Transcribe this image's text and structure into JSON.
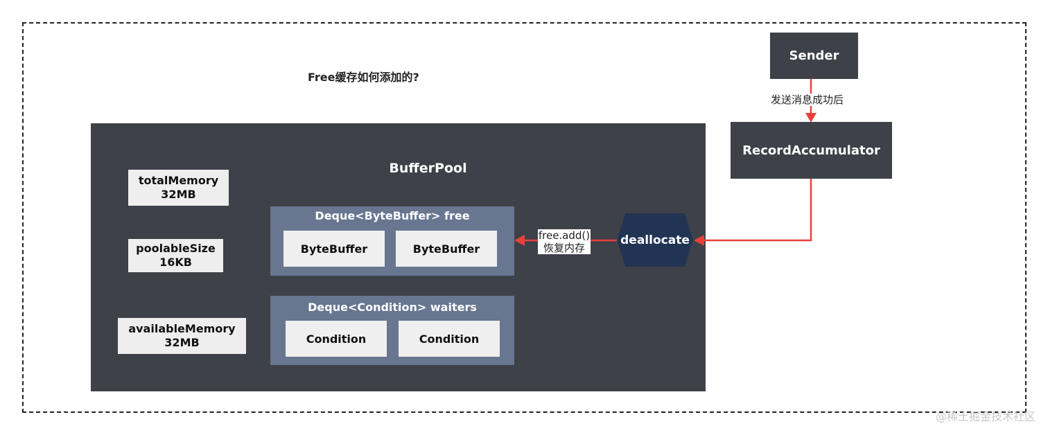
{
  "title": "Free缓存如何添加的?",
  "buffer_pool": {
    "label": "BufferPool",
    "attributes": [
      {
        "name": "totalMemory",
        "value": "32MB"
      },
      {
        "name": "poolableSize",
        "value": "16KB"
      },
      {
        "name": "availableMemory",
        "value": "32MB"
      }
    ],
    "free_deque": {
      "label": "Deque<ByteBuffer> free",
      "items": [
        "ByteBuffer",
        "ByteBuffer"
      ]
    },
    "waiters_deque": {
      "label": "Deque<Condition> waiters",
      "items": [
        "Condition",
        "Condition"
      ]
    }
  },
  "sender": {
    "label": "Sender"
  },
  "record_accumulator": {
    "label": "RecordAccumulator"
  },
  "deallocate": {
    "label": "deallocate"
  },
  "edges": {
    "sender_to_accumulator": "发送消息成功后",
    "deallocate_to_free": [
      "free.add()",
      "恢复内存"
    ]
  },
  "colors": {
    "dark_box": "#3f4149",
    "deque_box": "#687690",
    "hexagon": "#223454",
    "arrow": "#e8413a"
  },
  "watermark": "@稀土掘金技术社区"
}
